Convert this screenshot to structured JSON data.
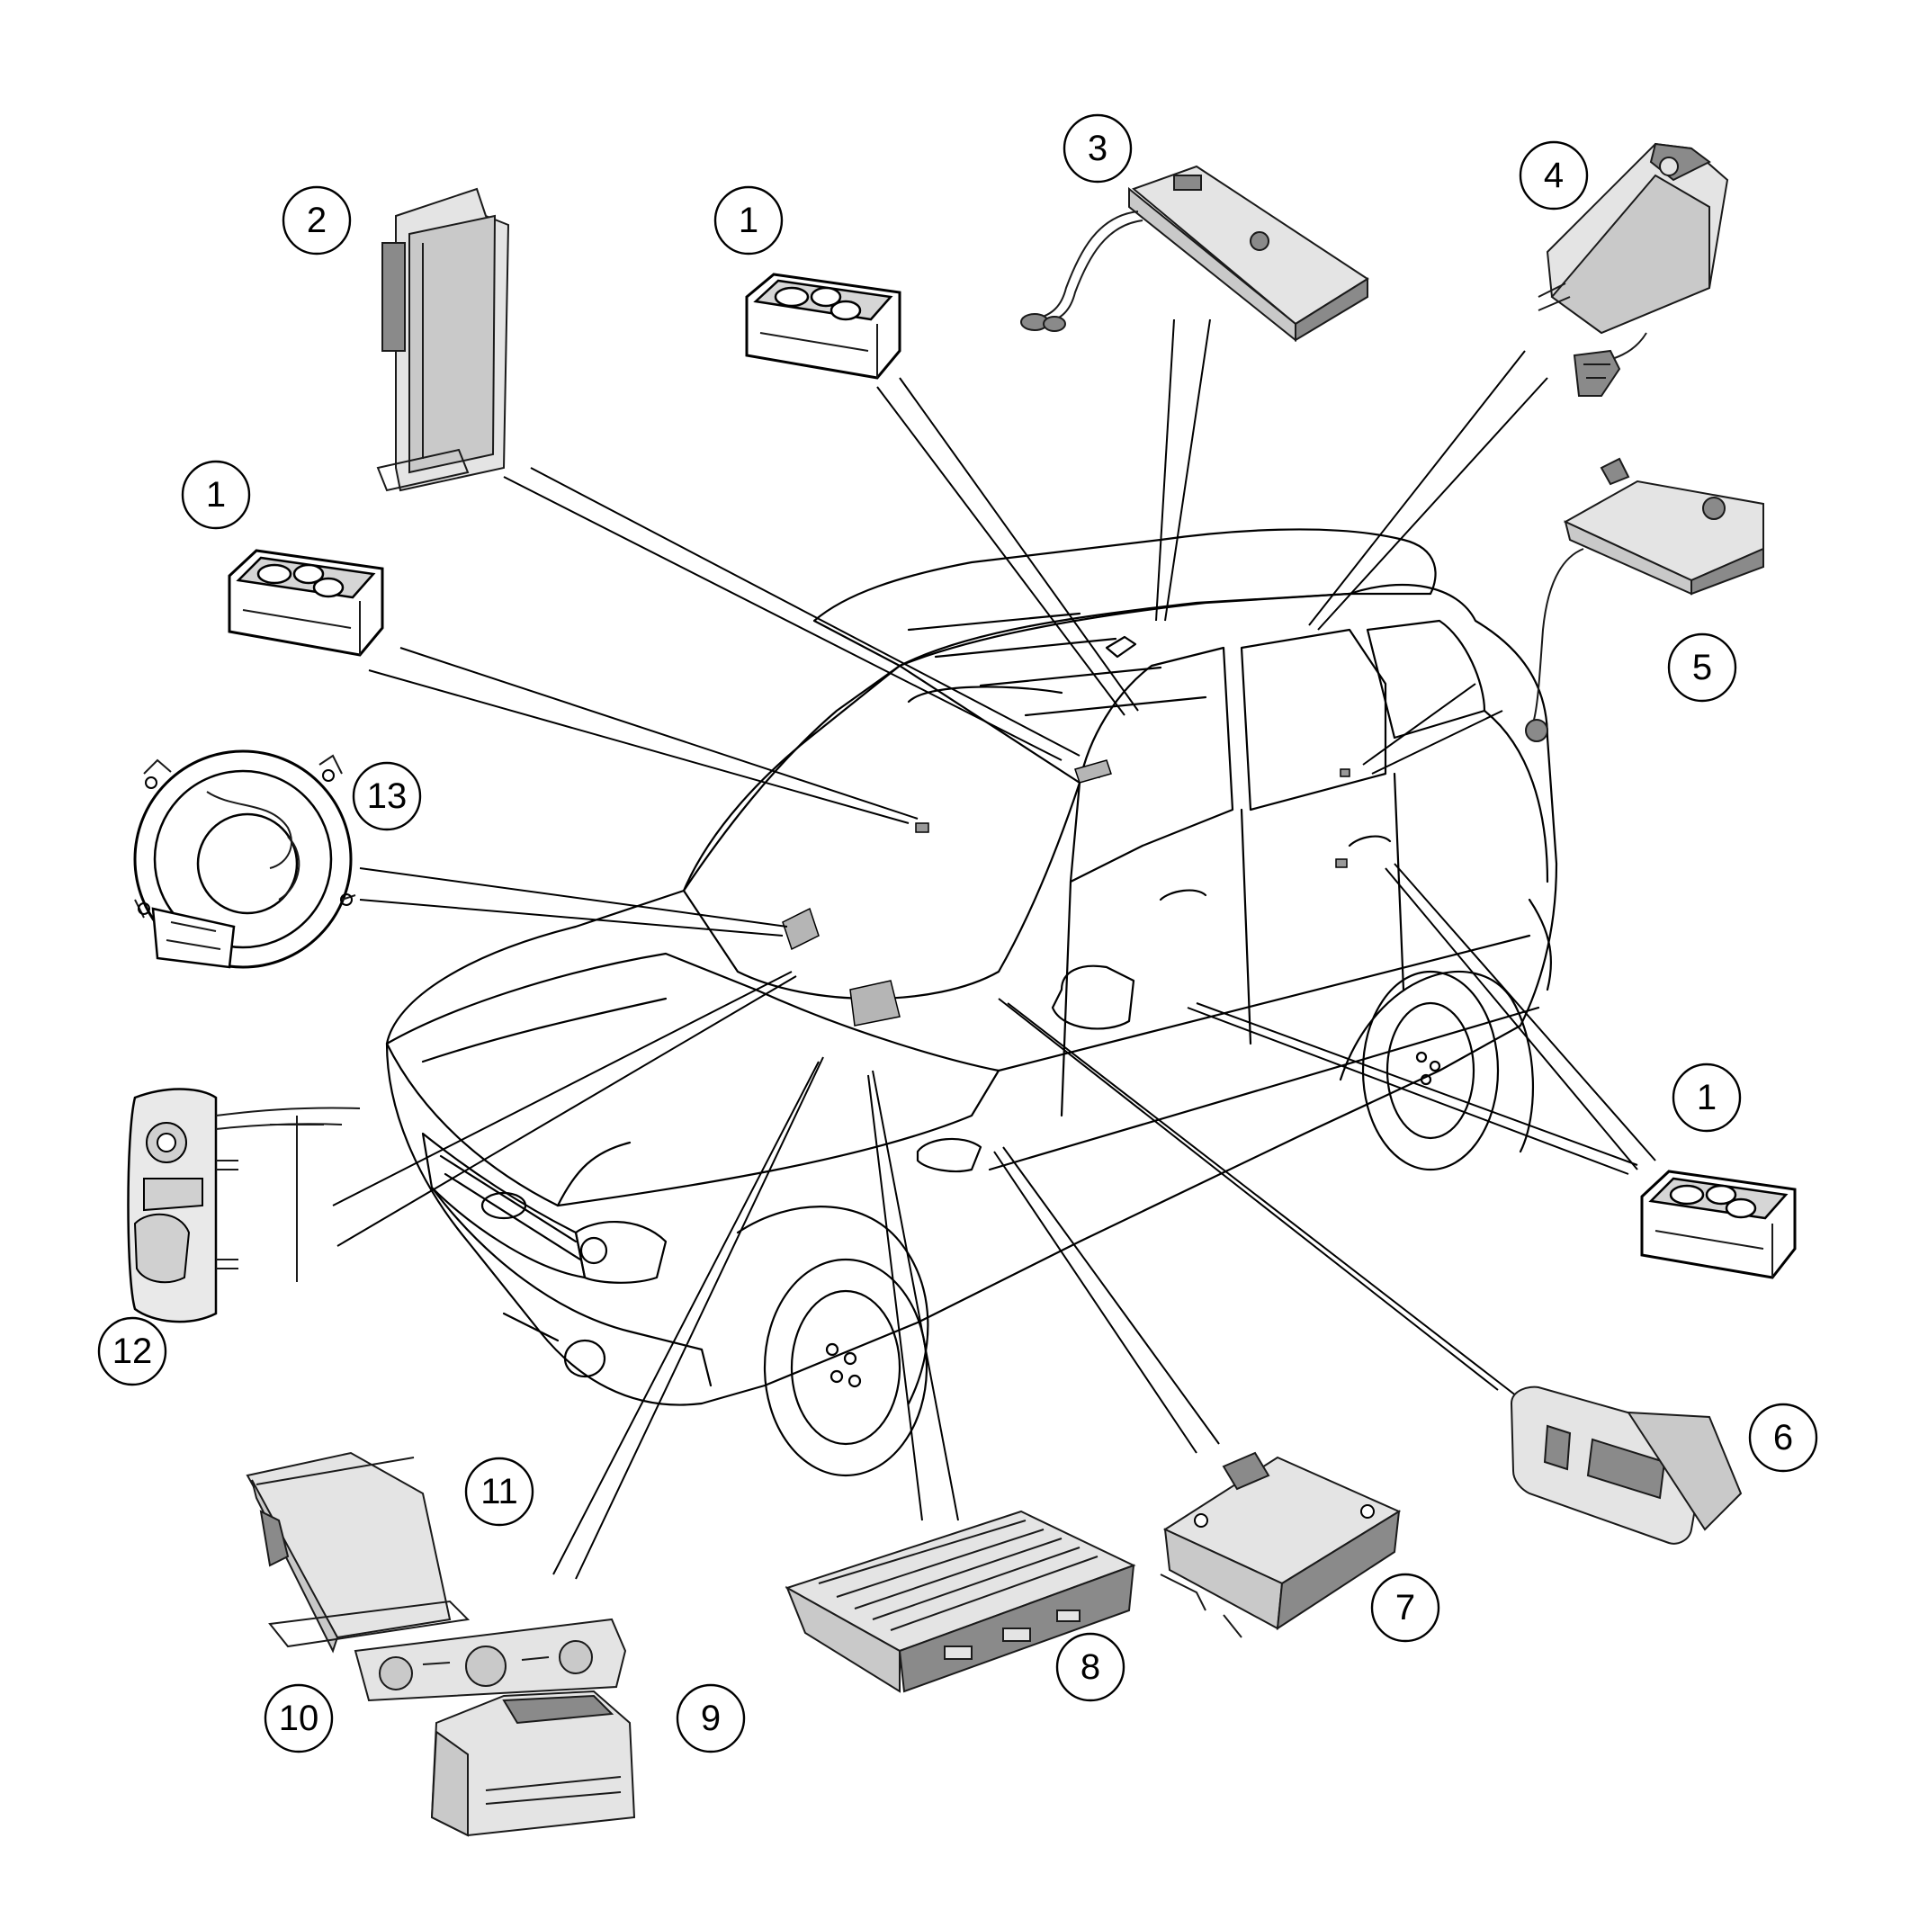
{
  "callouts": [
    "1",
    "2",
    "3",
    "4",
    "5",
    "6",
    "7",
    "8",
    "9",
    "10",
    "11",
    "12",
    "13"
  ],
  "colors": {
    "line": "#000000",
    "part_fill": "#c9c9c9",
    "part_shadow": "#8a8a8a",
    "background": "#ffffff"
  }
}
